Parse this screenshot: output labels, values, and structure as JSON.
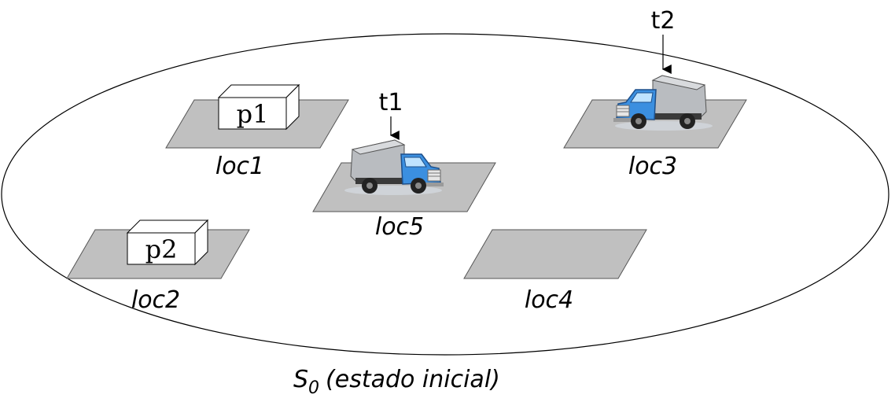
{
  "state": {
    "caption_symbol": "S",
    "caption_subscript": "0",
    "caption_text": "(estado inicial)"
  },
  "locations": [
    {
      "label": "loc1"
    },
    {
      "label": "loc2"
    },
    {
      "label": "loc3"
    },
    {
      "label": "loc4"
    },
    {
      "label": "loc5"
    }
  ],
  "packages": [
    {
      "label": "p1",
      "location": "loc1"
    },
    {
      "label": "p2",
      "location": "loc2"
    }
  ],
  "trucks": [
    {
      "label": "t1",
      "location": "loc5"
    },
    {
      "label": "t2",
      "location": "loc3"
    }
  ],
  "colors": {
    "tile": "#c0c0c0",
    "truck_cab": "#3b8fe0",
    "truck_box": "#b9bcc0"
  }
}
